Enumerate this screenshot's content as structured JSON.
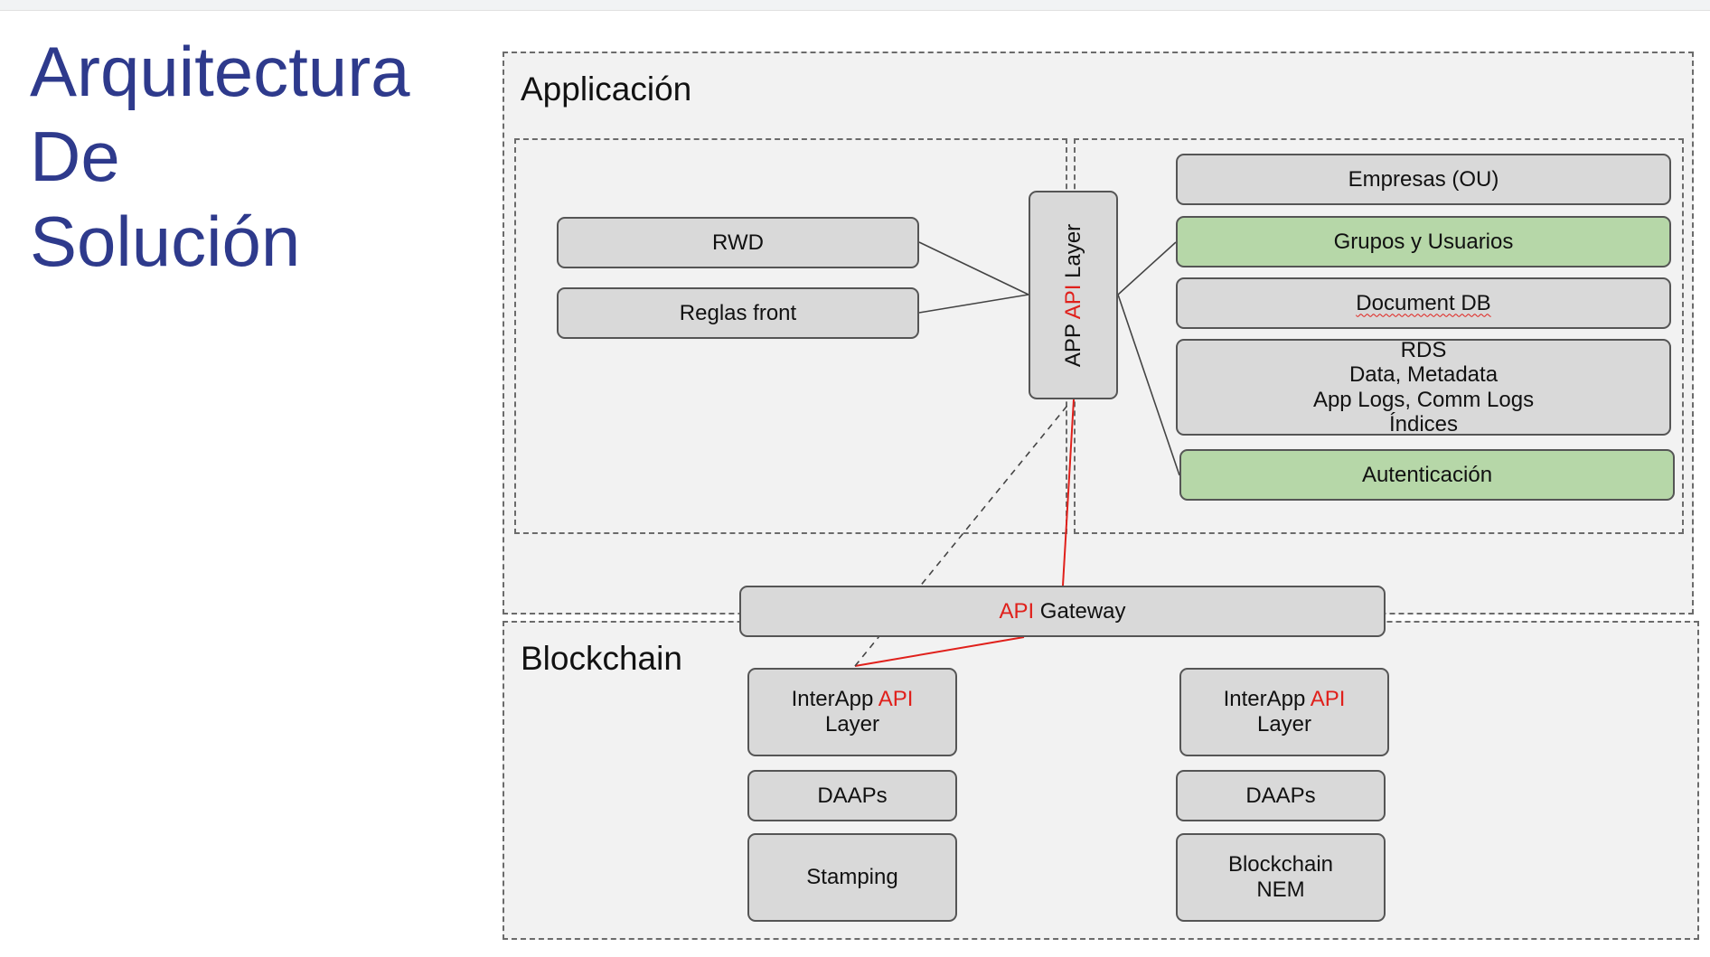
{
  "title": {
    "line1": "Arquitectura",
    "line2": "De",
    "line3": "Solución"
  },
  "application": {
    "label": "Applicación",
    "frontend": {
      "rwd": "RWD",
      "reglas_front": "Reglas front"
    },
    "app_api_layer": {
      "prefix": "APP ",
      "api": "API",
      "suffix": " Layer"
    },
    "services": {
      "empresas": "Empresas (OU)",
      "grupos_usuarios": "Grupos y Usuarios",
      "document_db": "Document DB",
      "rds": {
        "line1": "RDS",
        "line2": "Data, Metadata",
        "line3": "App Logs, Comm Logs",
        "line4": "Índices"
      },
      "autenticacion": "Autenticación"
    }
  },
  "gateway": {
    "api": "API",
    "suffix": " Gateway"
  },
  "blockchain": {
    "label": "Blockchain",
    "left": {
      "interapp_prefix": "InterApp ",
      "interapp_api": "API",
      "interapp_suffix": "Layer",
      "daaps": "DAAPs",
      "bottom": "Stamping"
    },
    "right": {
      "interapp_prefix": "InterApp ",
      "interapp_api": "API",
      "interapp_suffix": "Layer",
      "daaps": "DAAPs",
      "bottom_line1": "Blockchain",
      "bottom_line2": "NEM"
    }
  },
  "colors": {
    "title": "#2e3a8c",
    "api_highlight": "#e0201b",
    "green_box": "#b6d7a8",
    "gray_box": "#d9d9d9"
  }
}
